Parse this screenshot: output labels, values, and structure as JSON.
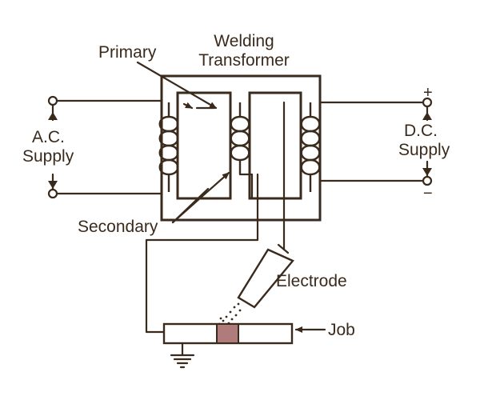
{
  "labels": {
    "title_line1": "Welding",
    "title_line2": "Transformer",
    "primary": "Primary",
    "secondary": "Secondary",
    "ac_line1": "A.C.",
    "ac_line2": "Supply",
    "dc_line1": "D.C.",
    "dc_line2": "Supply",
    "plus": "+",
    "minus": "−",
    "electrode": "Electrode",
    "job": "Job"
  },
  "colors": {
    "ink": "#3a2a1c",
    "weld_pool": "#b07b7b",
    "background": "#ffffff"
  }
}
